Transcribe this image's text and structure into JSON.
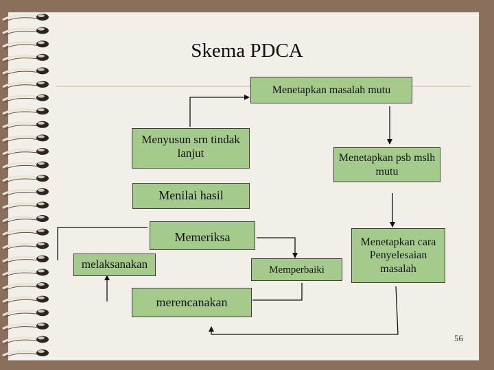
{
  "title": "Skema PDCA",
  "page_number": "56",
  "boxes": {
    "menetapkan_masalah": "Menetapkan masalah mutu",
    "menyusun": "Menyusun srn tindak lanjut",
    "menetapkan_psb": "Menetapkan psb mslh mutu",
    "menilai": "Menilai hasil",
    "memeriksa": "Memeriksa",
    "melaksanakan": "melaksanakan",
    "memperbaiki": "Memperbaiki",
    "menetapkan_cara": "Menetapkan cara Penyelesaian masalah",
    "merencanakan": "merencanakan"
  },
  "colors": {
    "box_fill": "#a5cb8c",
    "paper": "#f2efe8",
    "frame": "#8a6f5c"
  }
}
